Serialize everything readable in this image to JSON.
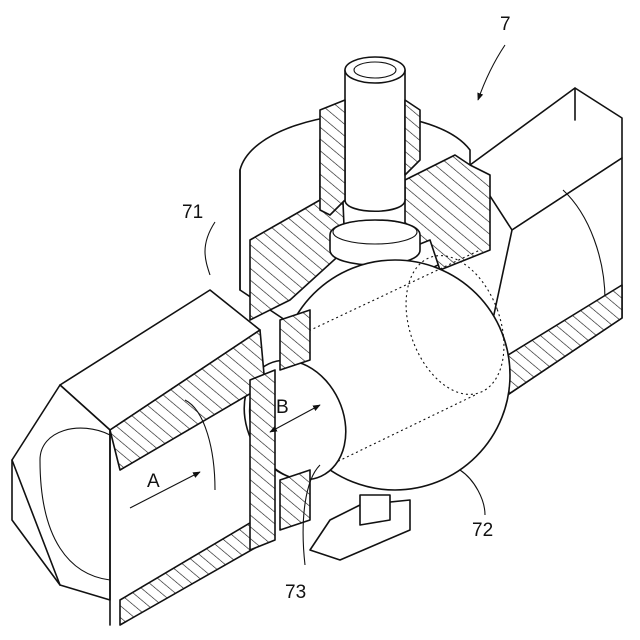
{
  "figure": {
    "labels": {
      "valve": "7",
      "body": "71",
      "ball": "72",
      "bore": "73",
      "flow": "A",
      "bore_dir": "B"
    }
  },
  "colors": {
    "ink": "#111111",
    "paper": "#ffffff"
  }
}
